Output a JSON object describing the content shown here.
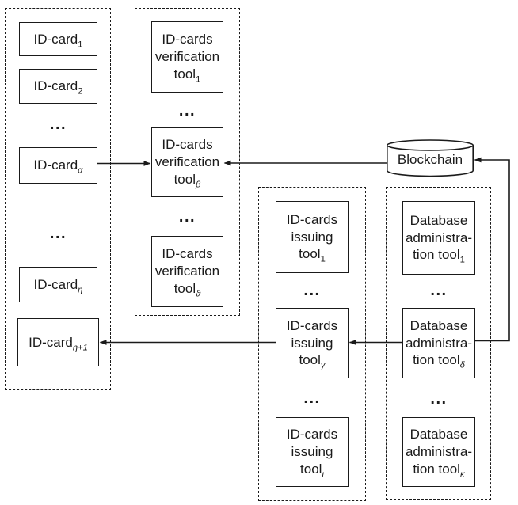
{
  "colors": {
    "line": "#1a1a1a",
    "background": "#ffffff"
  },
  "dots": "...",
  "blockchain": {
    "label": "Blockchain"
  },
  "id_cards_group": {
    "boxes": [
      {
        "base": "ID-card",
        "sub": "1"
      },
      {
        "base": "ID-card",
        "sub": "2"
      },
      {
        "base": "ID-card",
        "sub": "α"
      },
      {
        "base": "ID-card",
        "sub": "η"
      },
      {
        "base": "ID-card",
        "sub": "η+1"
      }
    ]
  },
  "verification_group": {
    "boxes": [
      {
        "line1": "ID-cards",
        "line2": "verification",
        "line3": "tool",
        "sub": "1"
      },
      {
        "line1": "ID-cards",
        "line2": "verification",
        "line3": "tool",
        "sub": "β"
      },
      {
        "line1": "ID-cards",
        "line2": "verification",
        "line3": "tool",
        "sub": "ϑ"
      }
    ]
  },
  "issuing_group": {
    "boxes": [
      {
        "line1": "ID-cards",
        "line2": "issuing",
        "line3": "tool",
        "sub": "1"
      },
      {
        "line1": "ID-cards",
        "line2": "issuing",
        "line3": "tool",
        "sub": "γ"
      },
      {
        "line1": "ID-cards",
        "line2": "issuing",
        "line3": "tool",
        "sub": "ι"
      }
    ]
  },
  "admin_group": {
    "boxes": [
      {
        "line1": "Database",
        "line2": "administra-",
        "line3": "tion tool",
        "sub": "1"
      },
      {
        "line1": "Database",
        "line2": "administra-",
        "line3": "tion tool",
        "sub": "δ"
      },
      {
        "line1": "Database",
        "line2": "administra-",
        "line3": "tion tool",
        "sub": "κ"
      }
    ]
  }
}
